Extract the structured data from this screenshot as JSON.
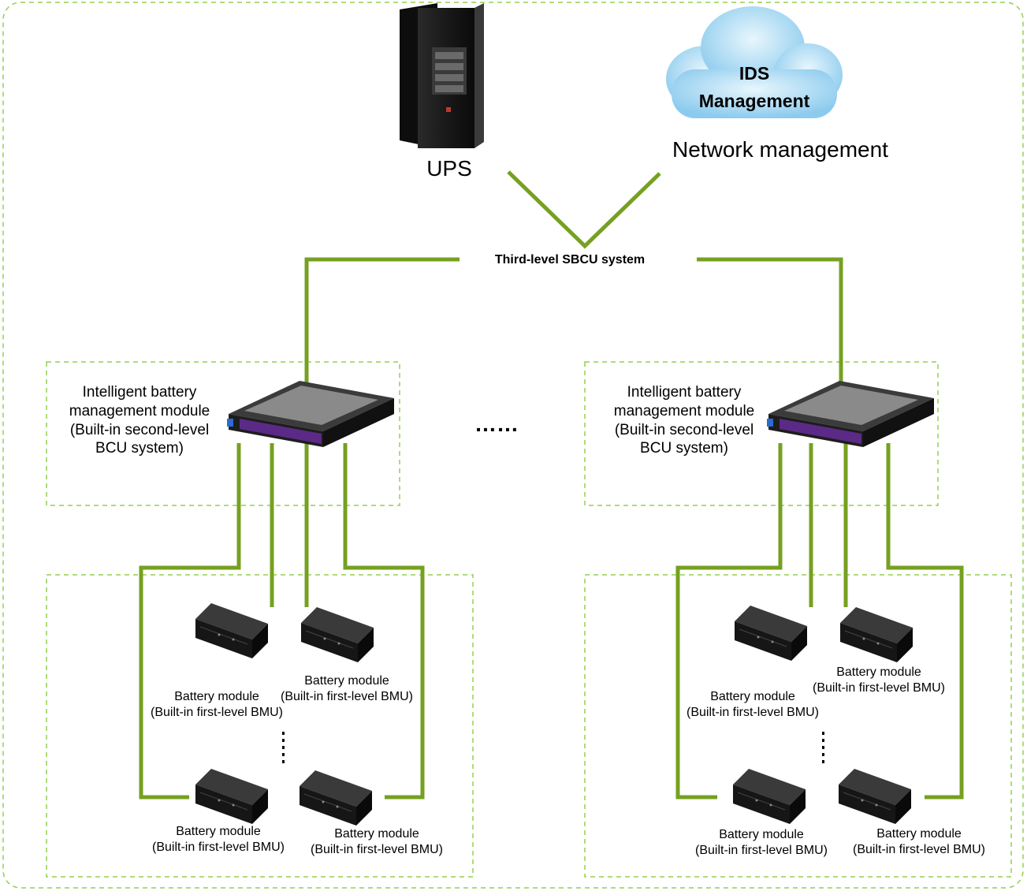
{
  "ups": {
    "label": "UPS"
  },
  "ids": {
    "cloud_line1": "IDS",
    "cloud_line2": "Management",
    "network_label": "Network management"
  },
  "sbcu": {
    "label": "Third-level SBCU system"
  },
  "ellipsis": "……",
  "bcu": {
    "line1": "Intelligent battery",
    "line2": "management module",
    "line3": "(Built-in second-level",
    "line4": "BCU system)"
  },
  "battery": {
    "line1": "Battery module",
    "line2": "(Built-in first-level BMU)"
  },
  "colors": {
    "green_line": "#76a021",
    "dashed_border": "#92d050",
    "cloud": "#a8d8f2",
    "bcu_purple": "#5b2a86",
    "device_dark": "#1c1c1c"
  }
}
